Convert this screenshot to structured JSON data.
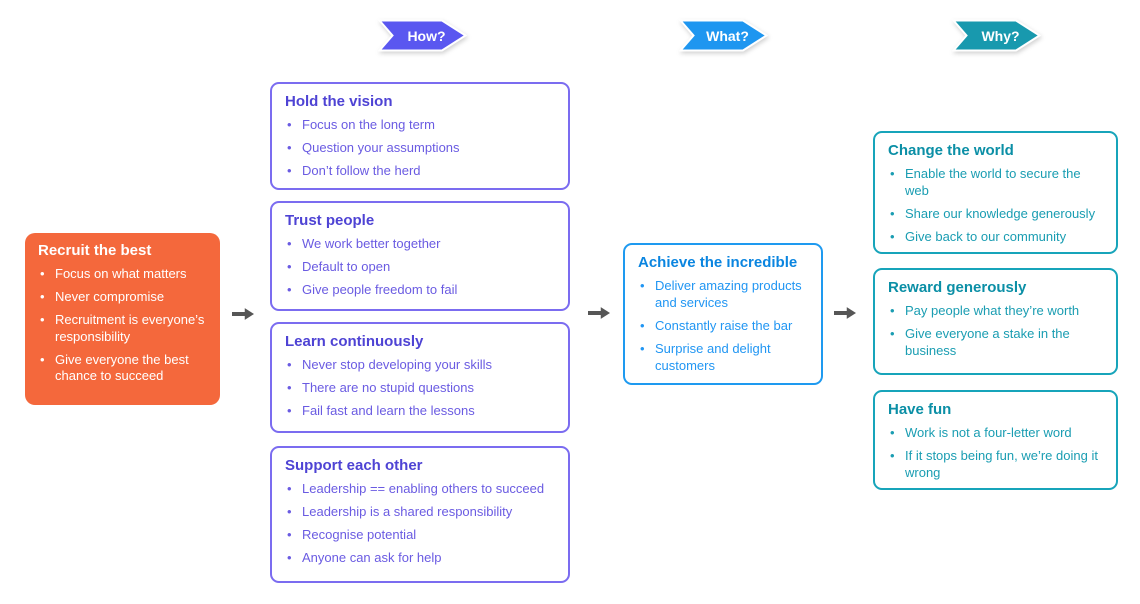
{
  "lanes": [
    {
      "label": "How?",
      "fill": "#5a57f0"
    },
    {
      "label": "What?",
      "fill": "#1e96f0"
    },
    {
      "label": "Why?",
      "fill": "#1899ae"
    }
  ],
  "recruit_card": {
    "title": "Recruit the best",
    "bullets": [
      "Focus on what matters",
      "Never compromise",
      "Recruitment is everyone’s responsibility",
      "Give everyone the best chance to succeed"
    ]
  },
  "how_cards": [
    {
      "title": "Hold the vision",
      "bullets": [
        "Focus on the long term",
        "Question your assumptions",
        "Don’t follow the herd"
      ]
    },
    {
      "title": "Trust people",
      "bullets": [
        "We work better together",
        "Default to open",
        "Give people freedom to fail"
      ]
    },
    {
      "title": "Learn continuously",
      "bullets": [
        "Never stop developing your skills",
        "There are no stupid questions",
        "Fail fast and learn the lessons"
      ]
    },
    {
      "title": "Support each other",
      "bullets": [
        "Leadership == enabling others to succeed",
        "Leadership is a shared responsibility",
        "Recognise potential",
        "Anyone can ask for help"
      ]
    }
  ],
  "what_card": {
    "title": "Achieve the incredible",
    "bullets": [
      "Deliver amazing products and services",
      "Constantly raise the bar",
      "Surprise and delight customers"
    ]
  },
  "why_cards": [
    {
      "title": "Change the world",
      "bullets": [
        "Enable the world to secure the web",
        "Share our knowledge generously",
        "Give back to our community"
      ]
    },
    {
      "title": "Reward generously",
      "bullets": [
        "Pay people what they’re worth",
        "Give everyone a stake in the business"
      ]
    },
    {
      "title": "Have fun",
      "bullets": [
        "Work is not a four-letter word",
        "If it stops being fun, we’re doing it wrong"
      ]
    }
  ],
  "colors": {
    "how_banner": "#5a57f0",
    "what_banner": "#1e96f0",
    "why_banner": "#1899ae",
    "recruit_fill": "#f4683c",
    "how_border": "#7b6cf0",
    "how_title": "#4e43d4",
    "how_text": "#6a5be2",
    "what_border": "#1e9af0",
    "what_title": "#0a85e0",
    "what_text": "#2196f3",
    "why_border": "#17a4ba",
    "why_title": "#0b8fa6",
    "why_text": "#1a9db2",
    "arrow": "#565656"
  }
}
